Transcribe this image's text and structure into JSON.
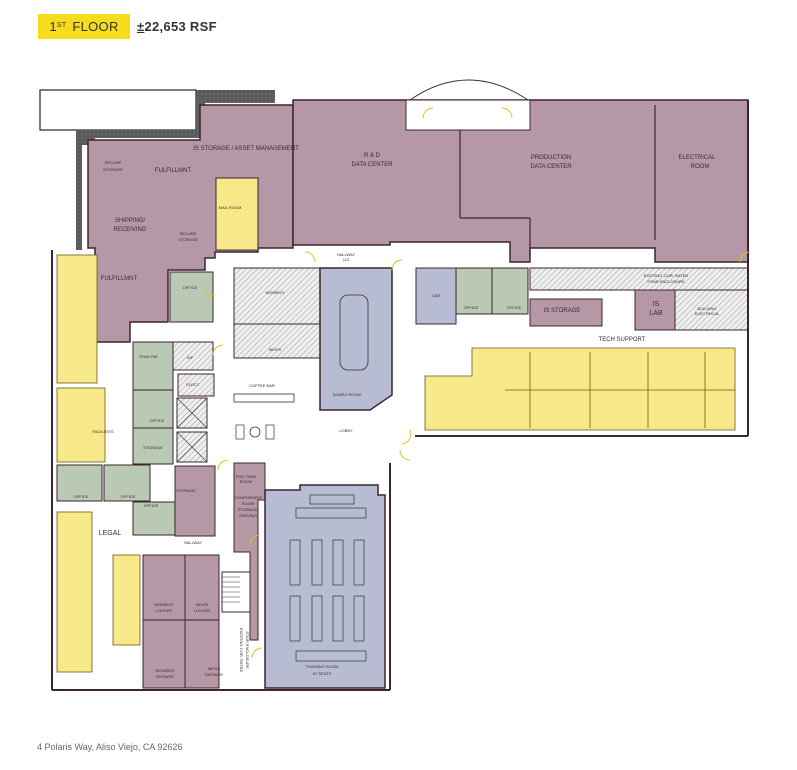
{
  "header": {
    "floor_badge": {
      "number": "1",
      "suffix": "ST",
      "label": "FLOOR"
    },
    "area": {
      "prefix": "±",
      "value": "22,653 RSF"
    }
  },
  "footer": {
    "address": "4 Polaris Way, Aliso Viejo, CA 92626"
  },
  "colors": {
    "badge_yellow": "#f5dc1c",
    "service_mauve": "#b597a5",
    "open_workspace_yellow": "#f7e98a",
    "office_green": "#b9c9b4",
    "meeting_blue": "#b8bcd2",
    "hatched_core": "#e6e6e6",
    "wall": "#3b2530",
    "door_swing": "#d6c61e"
  },
  "floor_plan": {
    "rooms": {
      "is_storage_asset": "IS STORAGE / ASSET MANAGEMENT",
      "rd_datacenter_1": "R & D",
      "rd_datacenter_2": "DATA CENTER",
      "prod_datacenter_1": "PRODUCTION",
      "prod_datacenter_2": "DATA CENTER",
      "electrical_1": "ELECTRICAL",
      "electrical_2": "ROOM",
      "secure_storage_1": "SECURE",
      "secure_storage_2": "STORAGE",
      "fulfillment_top": "FULFILLMNT",
      "mail_room": "MAIL ROOM",
      "shipping_1": "SHIPPING/",
      "shipping_2": "RECEIVING",
      "secure_storage_b1": "SECURE",
      "secure_storage_b2": "STORAGE",
      "fulfillment_left": "FULFILLMNT",
      "office_a": "OFFICE",
      "hallway_112_1": "HALLWAY",
      "hallway_112_2": "112",
      "womens": "WOMEN'S",
      "mens": "MEN'S",
      "coffee_bar": "COFFEE BAR",
      "board_room": "BOARD ROOM",
      "lobby": "LOBBY",
      "cr": "C&R",
      "office_b": "OFFICE",
      "office_c": "OFFICE",
      "stair_ne_1": "EXISTING 2-HR. RATED",
      "stair_ne_2": "STAIR ENCLOSURE",
      "is_storage": "IS STORAGE",
      "is_lab_1": "IS",
      "is_lab_2": "LAB",
      "building_elec_1": "BUILDING",
      "building_elec_2": "ELECTRICAL",
      "tech_support": "TECH SUPPORT",
      "team_rm": "TEAM RM",
      "idf": "IDF",
      "elect": "ELECT.",
      "office_d": "OFFICE",
      "storage_a": "STORAGE",
      "facilities": "FACILITIES",
      "office_e": "OFFICE",
      "office_f": "OFFICE",
      "office_g": "OFFICE",
      "storage_b": "STORAGE",
      "legal": "LEGAL",
      "hallway_s": "HALLWAY",
      "fish_tank_1": "FISH TANK",
      "fish_tank_2": "ROOM",
      "conf_storage_1": "CONFERENCE",
      "conf_storage_2": "ROOM",
      "conf_storage_3": "STORAGE/",
      "conf_storage_4": "SERVING",
      "womens_locker_1": "WOMEN'S",
      "womens_locker_2": "LOCKER",
      "mens_locker_1": "MEN'S",
      "mens_locker_2": "LOCKER",
      "womens_shower_1": "WOMEN'S",
      "womens_shower_2": "SHOWER",
      "mens_shower_1": "MEN'S",
      "mens_shower_2": "SHOWER",
      "stair_s_1": "EXISTING 2-HR. RATED",
      "stair_s_2": "STAIR ENCLOSURE",
      "training_1": "TRAINING ROOM",
      "training_2": "67 SEATS"
    }
  }
}
